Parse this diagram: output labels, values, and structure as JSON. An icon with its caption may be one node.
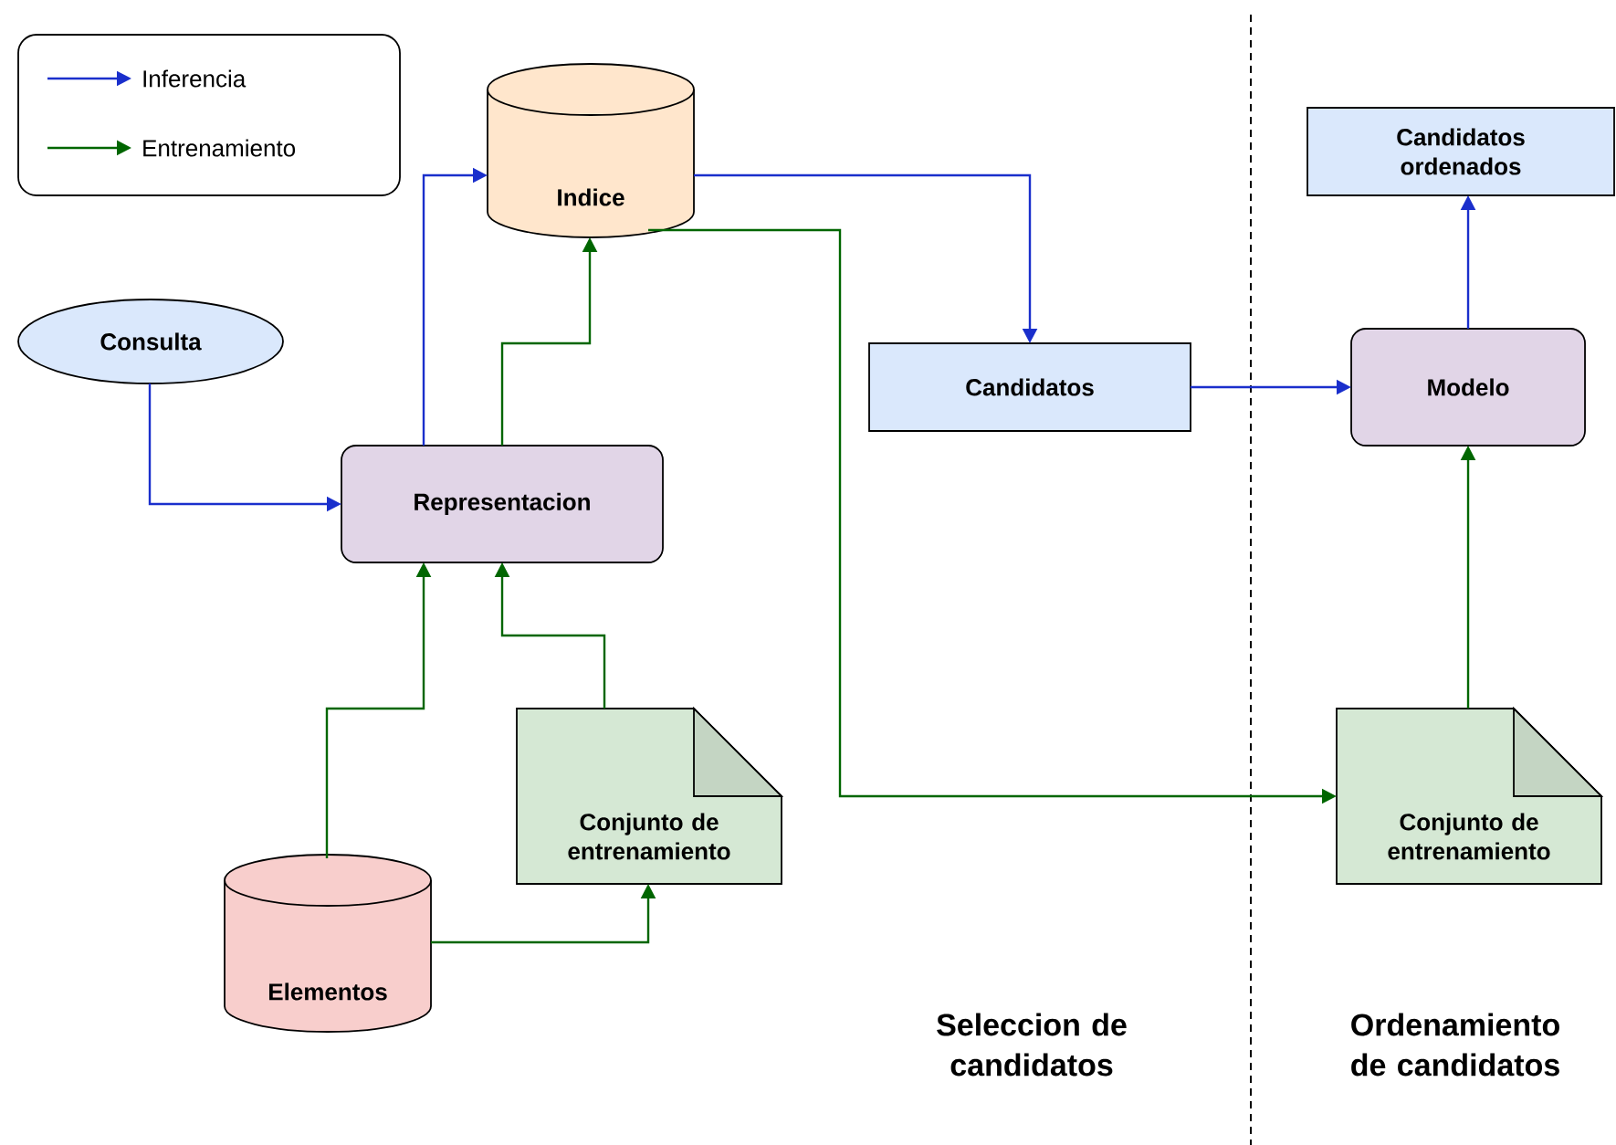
{
  "diagram": {
    "nodes": [
      {
        "text": [
          "Indice"
        ]
      },
      {
        "text": [
          "Consulta"
        ]
      },
      {
        "text": [
          "Representacion"
        ]
      },
      {
        "text": [
          "Candidatos"
        ]
      },
      {
        "text": [
          "Candidatos ordenados"
        ]
      },
      {
        "text": [
          "Modelo"
        ]
      },
      {
        "text": [
          "Conjunto de entrenamiento"
        ]
      },
      {
        "text": [
          "Elementos"
        ]
      },
      {
        "text": [
          "Conjunto de entrenamiento"
        ]
      }
    ],
    "edges": [
      {
        "from": 1,
        "to": 2,
        "arrow": "to",
        "color": "#1a2fcc"
      },
      {
        "from": 2,
        "to": 0,
        "arrow": "to",
        "color": "#1a2fcc"
      },
      {
        "from": 2,
        "to": 0,
        "arrow": "to"
      },
      {
        "from": 0,
        "to": 3,
        "arrow": "to",
        "color": "#1a2fcc"
      },
      {
        "from": 3,
        "to": 5,
        "arrow": "to",
        "color": "#1a2fcc"
      },
      {
        "from": 5,
        "to": 4,
        "arrow": "to",
        "color": "#1a2fcc"
      },
      {
        "from": 7,
        "to": 2,
        "arrow": "to"
      },
      {
        "from": 6,
        "to": 2,
        "arrow": "to"
      },
      {
        "from": 7,
        "to": 6,
        "arrow": "to"
      },
      {
        "from": 0,
        "to": 8,
        "arrow": "to"
      },
      {
        "from": 8,
        "to": 5,
        "arrow": "to"
      }
    ],
    "labels": [
      "Seleccion de candidatos",
      "Ordenamiento de candidatos"
    ],
    "legend": [
      {
        "text": "Inferencia"
      },
      {
        "text": "Entrenamiento"
      }
    ]
  }
}
